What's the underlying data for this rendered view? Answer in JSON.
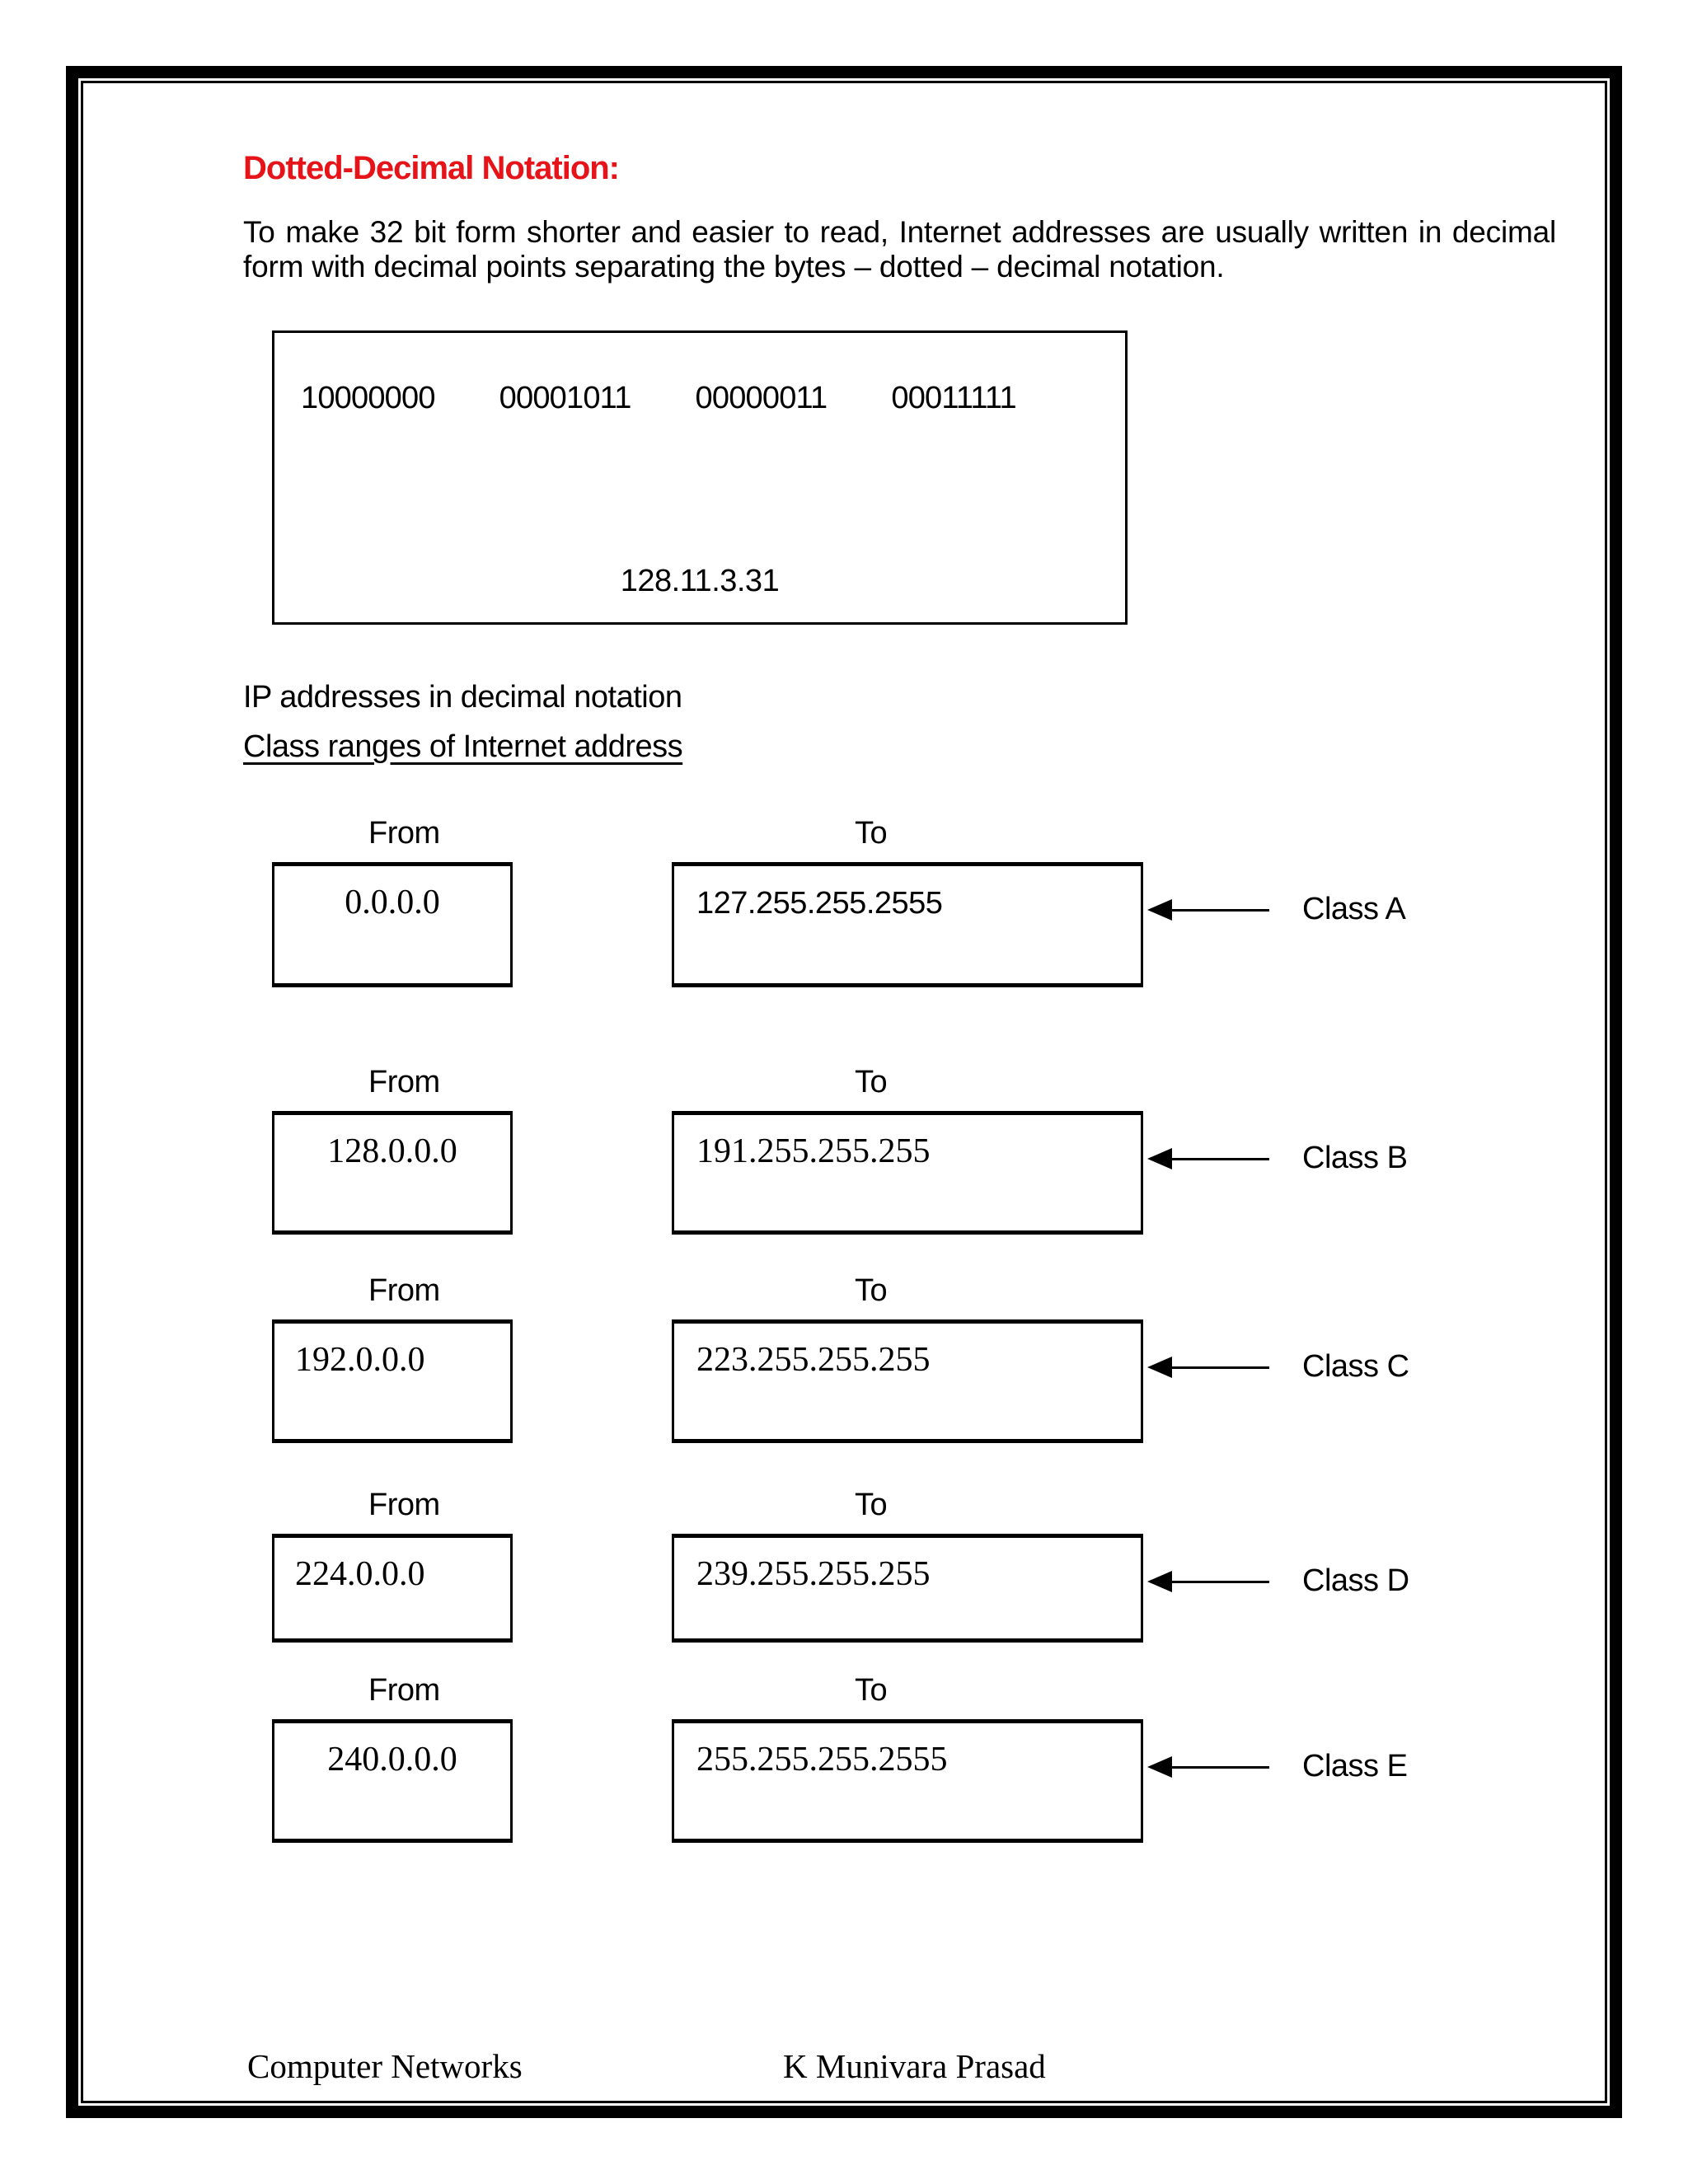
{
  "page": {
    "heading": "Dotted-Decimal Notation:",
    "paragraph": "To make 32 bit form shorter and easier to read, Internet addresses are usually written in decimal form with decimal points separating the bytes – dotted – decimal notation.",
    "caption": "IP addresses in decimal notation",
    "section_heading": "Class ranges of Internet address"
  },
  "binary_figure": {
    "octets": [
      "10000000",
      "00001011",
      "00000011",
      "00011111"
    ],
    "dotted": "128.11.3.31"
  },
  "class_ranges": {
    "from_label": "From",
    "to_label": "To",
    "rows": [
      {
        "from": "0.0.0.0",
        "to": "127.255.255.2555",
        "class": "Class A"
      },
      {
        "from": "128.0.0.0",
        "to": "191.255.255.255",
        "class": "Class B"
      },
      {
        "from": "192.0.0.0",
        "to": "223.255.255.255",
        "class": "Class C"
      },
      {
        "from": "224.0.0.0",
        "to": "239.255.255.255",
        "class": "Class D"
      },
      {
        "from": "240.0.0.0",
        "to": "255.255.255.2555",
        "class": "Class E"
      }
    ]
  },
  "footer": {
    "left": "Computer Networks",
    "right": "K Munivara Prasad"
  },
  "colors": {
    "heading_red": "#e61419",
    "ink": "#000000",
    "page_bg": "#ffffff"
  }
}
